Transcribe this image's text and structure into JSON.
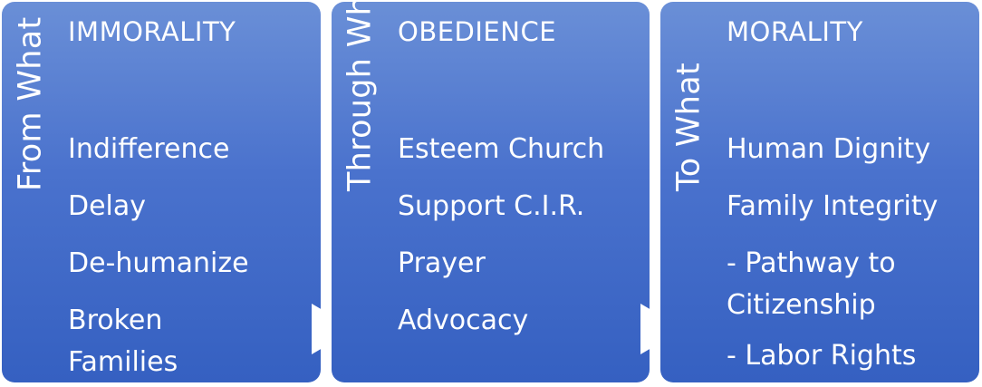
{
  "panels": [
    {
      "side_label": "From What",
      "heading": "IMMORALITY",
      "items": [
        "Indifference",
        "Delay",
        "De-humanize",
        "Broken Families"
      ]
    },
    {
      "side_label": "Through What",
      "heading": "OBEDIENCE",
      "items": [
        "Esteem Church",
        "Support C.I.R.",
        "Prayer",
        "Advocacy"
      ]
    },
    {
      "side_label": "To What",
      "heading": "MORALITY",
      "items": [
        "Human Dignity",
        "Family Integrity",
        "- Pathway to Citizenship",
        "- Labor Rights"
      ]
    }
  ],
  "colors": {
    "panel_top": "#6a8fd7",
    "panel_bottom": "#3560c1",
    "text": "#ffffff",
    "arrow": "#ffffff"
  }
}
